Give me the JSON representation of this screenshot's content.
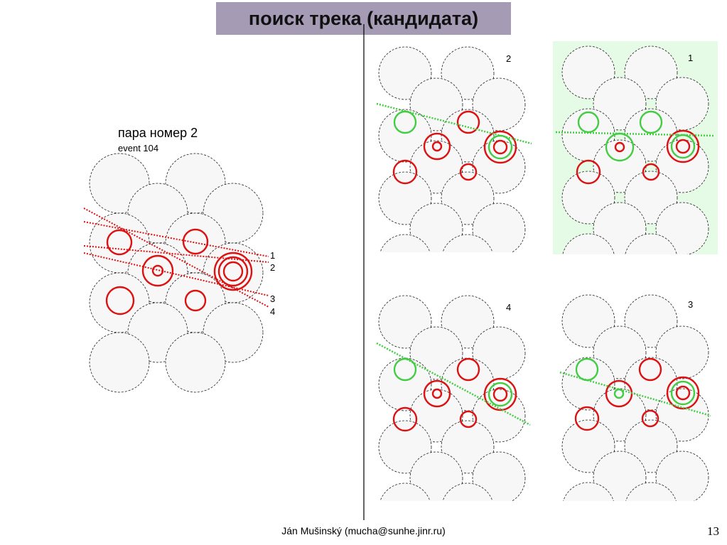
{
  "slide": {
    "title": "поиск трека (кандидата)",
    "pair_title": "пара номер 2",
    "event_label": "event 104",
    "footer": "Ján Mušinský (mucha@sunhe.jinr.ru)",
    "page_number": "13"
  },
  "main_diagram": {
    "line_labels": [
      "1",
      "2",
      "3",
      "4"
    ]
  },
  "panels": [
    {
      "label": "2",
      "highlighted": false
    },
    {
      "label": "1",
      "highlighted": true
    },
    {
      "label": "4",
      "highlighted": false
    },
    {
      "label": "3",
      "highlighted": false
    }
  ],
  "colors": {
    "title_bg": "#a59bb5",
    "hit": "#dd1111",
    "track_candidate": "#44cc44",
    "highlight_bg": "#e6fbe6"
  }
}
